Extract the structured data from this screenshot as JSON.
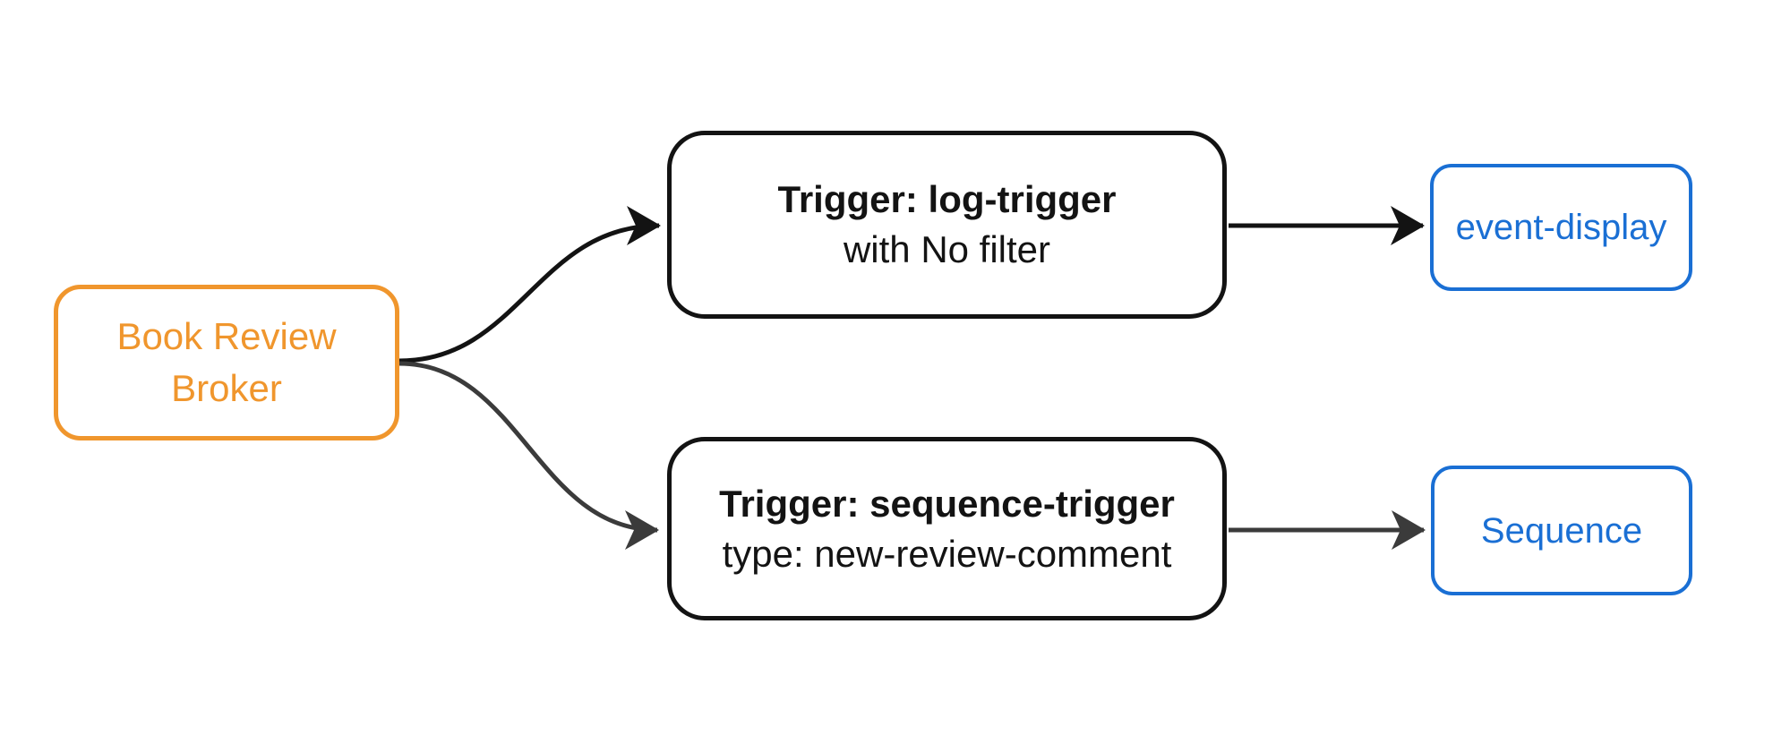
{
  "diagram": {
    "type": "flowchart",
    "background_color": "#ffffff",
    "nodes": {
      "broker": {
        "label": "Book Review Broker",
        "line1": "Book Review",
        "line2": "Broker",
        "border_color": "#F0962D",
        "text_color": "#F0962D"
      },
      "log_trigger": {
        "title": "Trigger: log-trigger",
        "subtitle": "with No filter",
        "border_color": "#131313",
        "text_color": "#131313"
      },
      "sequence_trigger": {
        "title": "Trigger: sequence-trigger",
        "subtitle": "type: new-review-comment",
        "border_color": "#131313",
        "text_color": "#131313"
      },
      "event_display": {
        "label": "event-display",
        "border_color": "#1A6FD4",
        "text_color": "#1A6FD4"
      },
      "sequence": {
        "label": "Sequence",
        "border_color": "#1A6FD4",
        "text_color": "#1A6FD4"
      }
    },
    "edges": [
      {
        "from": "broker",
        "to": "log_trigger",
        "shape": "curved",
        "color": "#131313"
      },
      {
        "from": "broker",
        "to": "sequence_trigger",
        "shape": "curved",
        "color": "#3b3b3b"
      },
      {
        "from": "log_trigger",
        "to": "event_display",
        "shape": "straight",
        "color": "#131313"
      },
      {
        "from": "sequence_trigger",
        "to": "sequence",
        "shape": "straight",
        "color": "#3b3b3b"
      }
    ]
  }
}
